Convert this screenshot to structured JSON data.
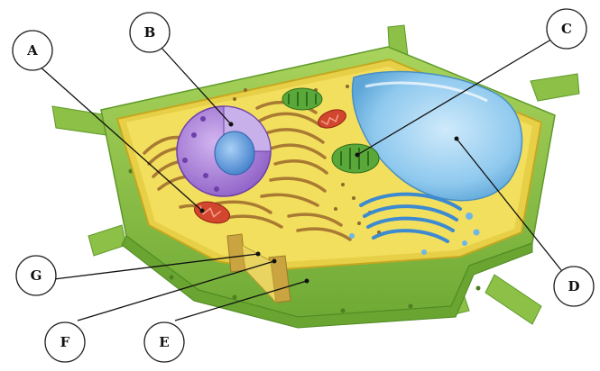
{
  "figure": {
    "subject": "plant-cell",
    "labels": [
      {
        "id": "A",
        "text": "A",
        "points_to": "mitochondrion"
      },
      {
        "id": "B",
        "text": "B",
        "points_to": "nucleus"
      },
      {
        "id": "C",
        "text": "C",
        "points_to": "chloroplast"
      },
      {
        "id": "D",
        "text": "D",
        "points_to": "vacuole"
      },
      {
        "id": "E",
        "text": "E",
        "points_to": "cell-wall"
      },
      {
        "id": "F",
        "text": "F",
        "points_to": "cell-membrane"
      },
      {
        "id": "G",
        "text": "G",
        "points_to": "cytoplasm"
      }
    ]
  },
  "colors": {
    "wall_green": "#8cc046",
    "wall_dark": "#5f9a2a",
    "cytoplasm_yellow": "#f1dc57",
    "golgi_brown": "#b98a3c",
    "nucleus_purple": "#a87ad6",
    "nucleolus_blue": "#4f8fd8",
    "vacuole_blue": "#9dd2f0",
    "chloroplast_green": "#5ba83a",
    "mitochondrion_red": "#d2452e"
  }
}
